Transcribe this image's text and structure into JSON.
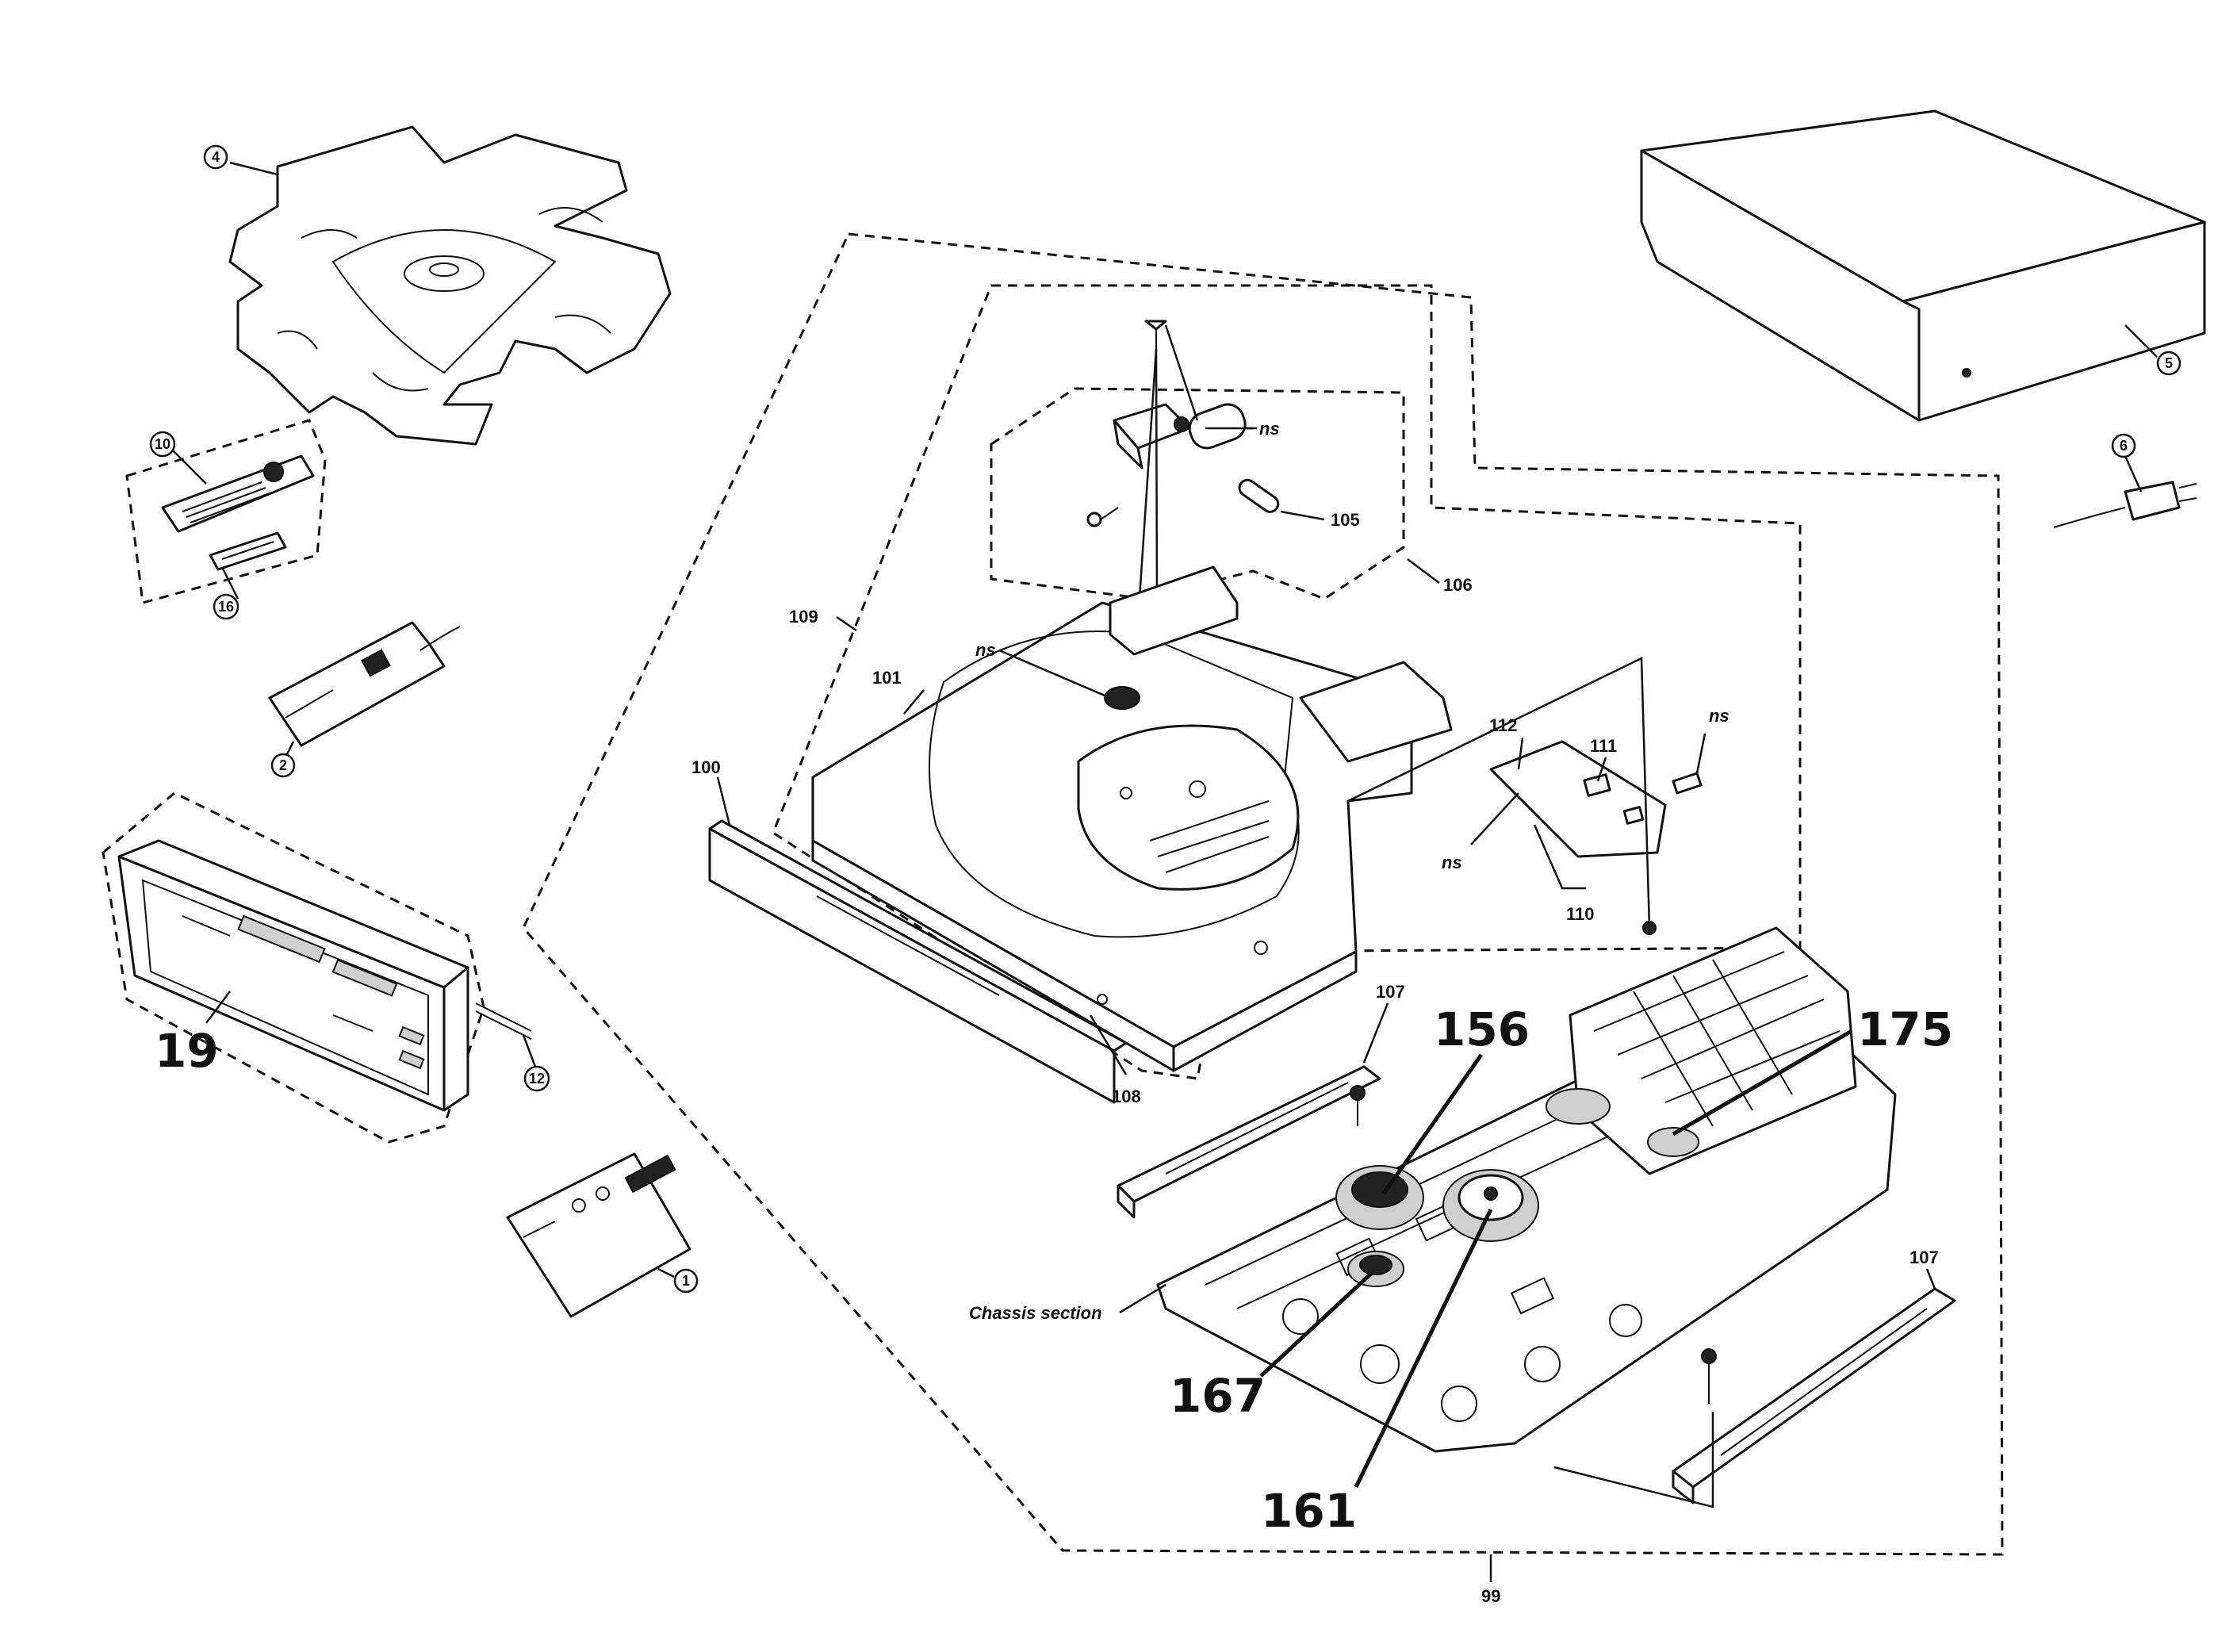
{
  "labels": {
    "l4": "4",
    "l5": "5",
    "l6": "6",
    "l10": "10",
    "l16": "16",
    "l2": "2",
    "l1": "1",
    "l12": "12",
    "l19": "19",
    "l99": "99",
    "l100": "100",
    "l101": "101",
    "l105": "105",
    "l106": "106",
    "l107a": "107",
    "l107b": "107",
    "l108": "108",
    "l109": "109",
    "l110": "110",
    "l111": "111",
    "l112": "112",
    "l156": "156",
    "l161": "161",
    "l167": "167",
    "l175": "175",
    "ns1": "ns",
    "ns2": "ns",
    "ns3": "ns",
    "ns4": "ns",
    "chassis": "Chassis section"
  }
}
